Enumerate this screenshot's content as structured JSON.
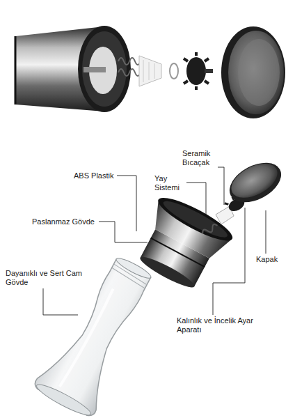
{
  "diagram": {
    "labels": [
      "Seramik Bıcaçak",
      "ABS Plastik",
      "Yay Sistemi",
      "Paslanmaz Gövde",
      "Kapak",
      "Dayanıklı ve Sert Cam Gövde",
      "Kalınlık ve İncelik Ayar Aparatı"
    ]
  }
}
